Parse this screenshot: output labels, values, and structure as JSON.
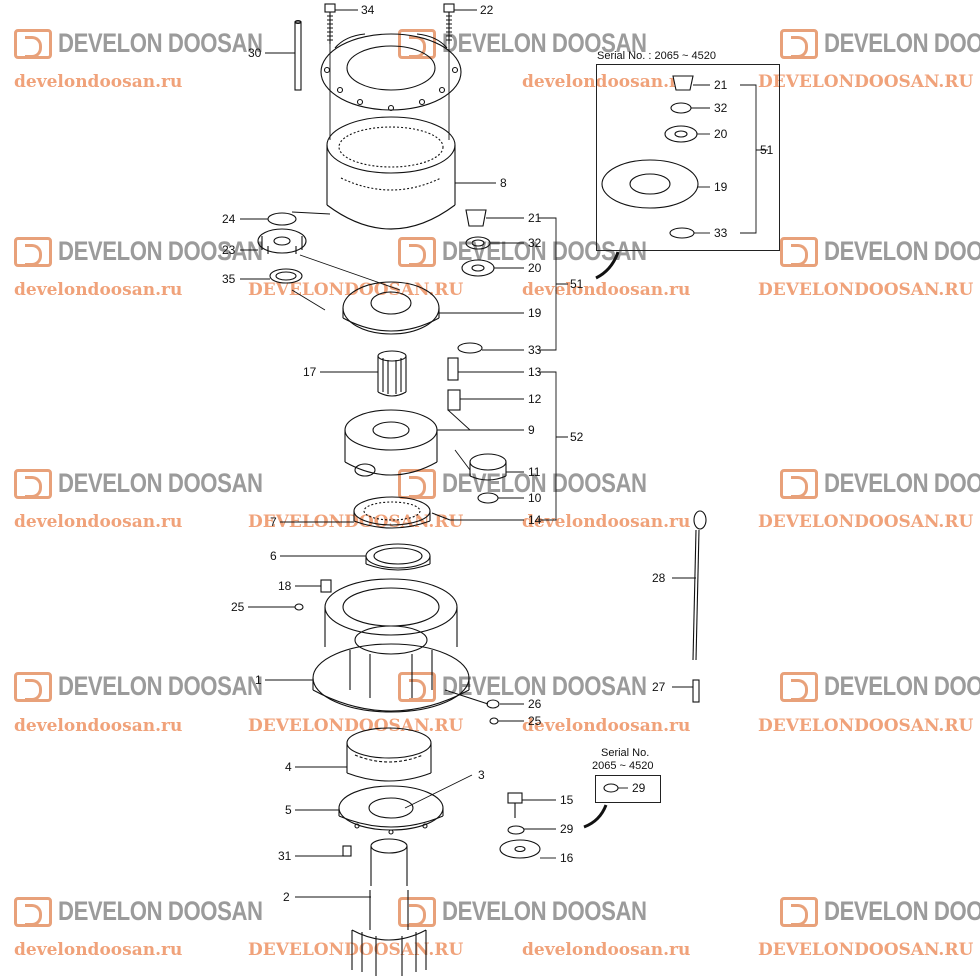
{
  "watermark": {
    "brand": "DEVELON DOOSAN",
    "urls": [
      "develondoosan.ru",
      "DEVELONDOOSAN.RU",
      "develondoosan.ru",
      "DEVELONDOOSAN.RU"
    ]
  },
  "inset_top": {
    "title": "Serial No. : 2065 ~ 4520"
  },
  "inset_bottom": {
    "title_line1": "Serial No.",
    "title_line2": "2065 ~ 4520",
    "part": "29"
  },
  "callouts": {
    "p34": "34",
    "p22": "22",
    "p30": "30",
    "p8": "8",
    "p24": "24",
    "p23": "23",
    "p35": "35",
    "p21": "21",
    "p32": "32",
    "p20": "20",
    "p51": "51",
    "p19": "19",
    "p33": "33",
    "p17": "17",
    "p13": "13",
    "p12": "12",
    "p9": "9",
    "p52": "52",
    "p11": "11",
    "p10": "10",
    "p7": "7",
    "p14": "14",
    "p6": "6",
    "p18": "18",
    "p25": "25",
    "p1": "1",
    "p26": "26",
    "p25b": "25",
    "p4": "4",
    "p3": "3",
    "p5": "5",
    "p15": "15",
    "p29": "29",
    "p31": "31",
    "p16": "16",
    "p2": "2",
    "p28": "28",
    "p27": "27",
    "i21": "21",
    "i32": "32",
    "i20": "20",
    "i51": "51",
    "i19": "19",
    "i33": "33"
  },
  "colors": {
    "line": "#111111",
    "watermark_text": "#9b9b9b",
    "watermark_logo": "#e8a17a",
    "watermark_url": "#f0a27a"
  }
}
